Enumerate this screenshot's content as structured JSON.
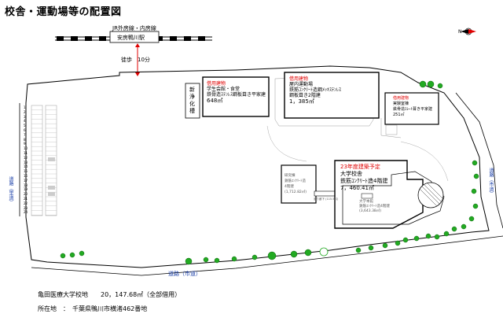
{
  "title": "校舎・運動場等の配置図",
  "rail": {
    "line": "JR外房線・内房線",
    "station": "安房鴨川駅",
    "walk": "徒歩　10分"
  },
  "compass": "N",
  "purification": [
    "新",
    "浄",
    "化",
    "槽"
  ],
  "buildings": {
    "cafeteria": {
      "tag": "借用建物",
      "name": "学生会館・食堂",
      "spec": "鉄骨造ｽﾃﾝﾚｽ鋼板葺き平家建",
      "area": "648㎡"
    },
    "gym": {
      "tag": "借用建物",
      "name": "屋内運動場",
      "spec": "鉄筋ｺﾝｸﾘｰﾄ造鋼ﾒｯｷｽﾃﾝﾚｽ",
      "spec2": "鋼板葺き2階建",
      "area": "1，385㎡"
    },
    "lab": {
      "tag": "借用建物",
      "name": "実験室棟",
      "spec": "鉄骨造ｽﾚｰﾄ葺き平家建",
      "area": "251㎡"
    },
    "research": {
      "name": "研究棟",
      "spec": "鉄筋ｺﾝｸﾘｰﾄ造",
      "floors": "4階建",
      "area": "(1,712.82㎡)"
    },
    "newschool": {
      "tag": "23年度建築予定",
      "name": "大学校舎",
      "spec": "鉄筋ｺﾝｸﾘｰﾄ造4階建",
      "area": "7，460.41㎡"
    },
    "main": {
      "name": "大学本館",
      "spec": "鉄筋ｺﾝｸﾘｰﾄ造4階建",
      "area": "(3,643.38㎡)"
    }
  },
  "connector": "渡り廊下 (115.5㎡)",
  "roads": {
    "left": "道路（里道）",
    "bottom": "道路（市道）",
    "right": "道路（市道）"
  },
  "parking_numbers": [
    "1",
    "2",
    "3",
    "4",
    "5",
    "6",
    "7",
    "8",
    "9",
    "10",
    "11",
    "12",
    "13",
    "14",
    "15",
    "16",
    "17",
    "18",
    "19",
    "20",
    "21",
    "22",
    "23",
    "24"
  ],
  "footer": {
    "area_label": "亀田医療大学校地　　20，147.68㎡（全部借用）",
    "location_label": "所在地　：　千葉県鴨川市横渚462番地"
  },
  "colors": {
    "tree": "#22aa22",
    "accent_red": "#e00000"
  }
}
